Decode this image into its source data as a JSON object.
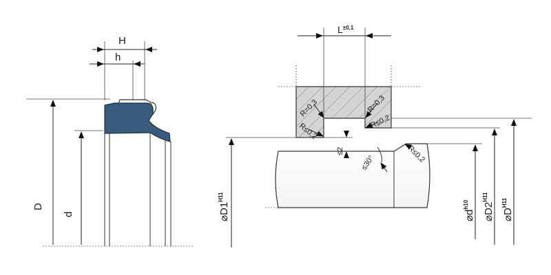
{
  "seal_profile": {
    "H": "H",
    "h": "h",
    "D": "D",
    "d": "d",
    "seal_color": "#3a5b7d"
  },
  "housing": {
    "L": "L",
    "L_tol": "±0.1",
    "R1": "R=0,3",
    "R2": "R=0,3",
    "R3": "R≤0,2",
    "R4": "R≤0,2",
    "R5": "R≤0,2",
    "step": "≤2",
    "angle": "≤30°",
    "D1": "⌀D1",
    "D1_fit": "H11",
    "d_rod": "⌀d",
    "d_fit": "h10",
    "D2": "⌀D2",
    "D2_fit": "H11",
    "D_bore": "⌀D",
    "D_fit": "H11"
  }
}
